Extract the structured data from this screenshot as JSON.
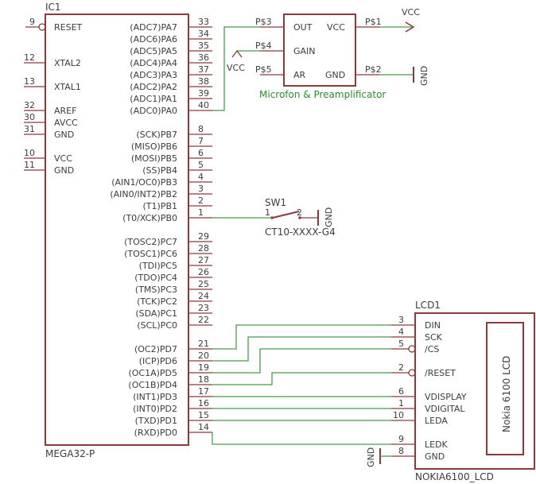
{
  "ic1": {
    "name": "IC1",
    "value": "MEGA32-P",
    "left_pins": [
      {
        "num": "9",
        "label": "RESET"
      },
      {
        "num": "12",
        "label": "XTAL2"
      },
      {
        "num": "13",
        "label": "XTAL1"
      },
      {
        "num": "32",
        "label": "AREF"
      },
      {
        "num": "30",
        "label": "AVCC"
      },
      {
        "num": "31",
        "label": "GND"
      },
      {
        "num": "10",
        "label": "VCC"
      },
      {
        "num": "11",
        "label": "GND"
      }
    ],
    "right_pins": [
      {
        "num": "33",
        "label": "(ADC7)PA7"
      },
      {
        "num": "34",
        "label": "(ADC6)PA6"
      },
      {
        "num": "35",
        "label": "(ADC5)PA5"
      },
      {
        "num": "36",
        "label": "(ADC4)PA4"
      },
      {
        "num": "37",
        "label": "(ADC3)PA3"
      },
      {
        "num": "38",
        "label": "(ADC2)PA2"
      },
      {
        "num": "39",
        "label": "(ADC1)PA1"
      },
      {
        "num": "40",
        "label": "(ADC0)PA0"
      },
      {
        "num": "8",
        "label": "(SCK)PB7"
      },
      {
        "num": "7",
        "label": "(MISO)PB6"
      },
      {
        "num": "6",
        "label": "(MOSI)PB5"
      },
      {
        "num": "5",
        "label": "(SS)PB4"
      },
      {
        "num": "4",
        "label": "(AIN1/OC0)PB3"
      },
      {
        "num": "3",
        "label": "(AIN0/INT2)PB2"
      },
      {
        "num": "2",
        "label": "(T1)PB1"
      },
      {
        "num": "1",
        "label": "(T0/XCK)PB0"
      },
      {
        "num": "29",
        "label": "(TOSC2)PC7"
      },
      {
        "num": "28",
        "label": "(TOSC1)PC6"
      },
      {
        "num": "27",
        "label": "(TDI)PC5"
      },
      {
        "num": "26",
        "label": "(TDO)PC4"
      },
      {
        "num": "25",
        "label": "(TMS)PC3"
      },
      {
        "num": "24",
        "label": "(TCK)PC2"
      },
      {
        "num": "23",
        "label": "(SDA)PC1"
      },
      {
        "num": "22",
        "label": "(SCL)PC0"
      },
      {
        "num": "21",
        "label": "(OC2)PD7"
      },
      {
        "num": "20",
        "label": "(ICP)PD6"
      },
      {
        "num": "19",
        "label": "(OC1A)PD5"
      },
      {
        "num": "18",
        "label": "(OC1B)PD4"
      },
      {
        "num": "17",
        "label": "(INT1)PD3"
      },
      {
        "num": "16",
        "label": "(INT0)PD2"
      },
      {
        "num": "15",
        "label": "(TXD)PD1"
      },
      {
        "num": "14",
        "label": "(RXD)PD0"
      }
    ]
  },
  "mic": {
    "pins": [
      {
        "pad": "P$3",
        "label": "OUT"
      },
      {
        "pad": "P$4",
        "label": "GAIN"
      },
      {
        "pad": "P$5",
        "label": "AR"
      },
      {
        "pad": "P$1",
        "label": "VCC"
      },
      {
        "pad": "P$2",
        "label": "GND"
      }
    ],
    "caption": "Microfon & Preamplificator"
  },
  "supply": {
    "vcc_right": "VCC",
    "vcc_left": "VCC",
    "gnd_mic": "GND",
    "gnd_sw": "GND",
    "gnd_lcd": "GND"
  },
  "sw1": {
    "name": "SW1",
    "pin1": "1",
    "pin2": "2",
    "value": "CT10-XXXX-G4"
  },
  "lcd1": {
    "name": "LCD1",
    "value": "NOKIA6100_LCD",
    "screen_label": "Nokia 6100 LCD",
    "pins": [
      {
        "num": "3",
        "label": "DIN"
      },
      {
        "num": "4",
        "label": "SCK"
      },
      {
        "num": "5",
        "label": "/CS"
      },
      {
        "num": "2",
        "label": "/RESET"
      },
      {
        "num": "6",
        "label": "VDISPLAY"
      },
      {
        "num": "1",
        "label": "VDIGITAL"
      },
      {
        "num": "10",
        "label": "LEDA"
      },
      {
        "num": "9",
        "label": "LEDK"
      },
      {
        "num": "8",
        "label": "GND"
      }
    ]
  }
}
